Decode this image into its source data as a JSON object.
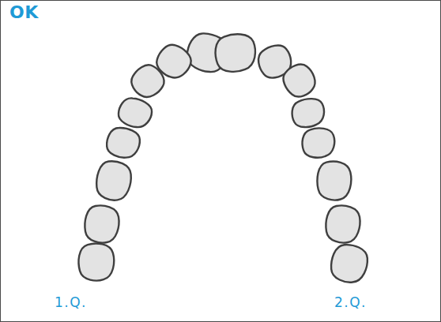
{
  "diagram": {
    "title": "OK",
    "labels": [
      "1.Q.",
      "2.Q."
    ]
  }
}
